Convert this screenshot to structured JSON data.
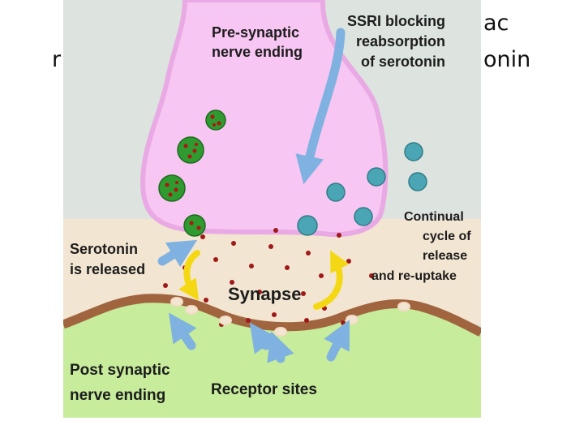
{
  "slide": {
    "text_left": "r",
    "text_right_line1": "ac",
    "text_right_line2": "onin"
  },
  "diagram": {
    "labels": {
      "presynaptic_line1": "Pre-synaptic",
      "presynaptic_line2": "nerve ending",
      "ssri_line1": "SSRI blocking",
      "ssri_line2": "reabsorption",
      "ssri_line3": "of serotonin",
      "continual_line1": "Continual",
      "continual_line2": "cycle of",
      "continual_line3": "release",
      "continual_line4": "and re-uptake",
      "serotonin_line1": "Serotonin",
      "serotonin_line2": "is released",
      "synapse": "Synapse",
      "postsynaptic_line1": "Post synaptic",
      "postsynaptic_line2": "nerve ending",
      "receptor": "Receptor sites"
    },
    "colors": {
      "background": "#dde3de",
      "presynaptic": "#f7c6f2",
      "synapse_gap": "#f2e6d2",
      "membrane": "#a0643f",
      "postsynaptic": "#c6ec9c",
      "vesicle": "#2f9a2f",
      "serotonin_dot": "#a01818",
      "ssri_molecule": "#4aa6b5",
      "arrow_blue": "#7fb2e0",
      "arrow_yellow": "#f5d814"
    }
  }
}
